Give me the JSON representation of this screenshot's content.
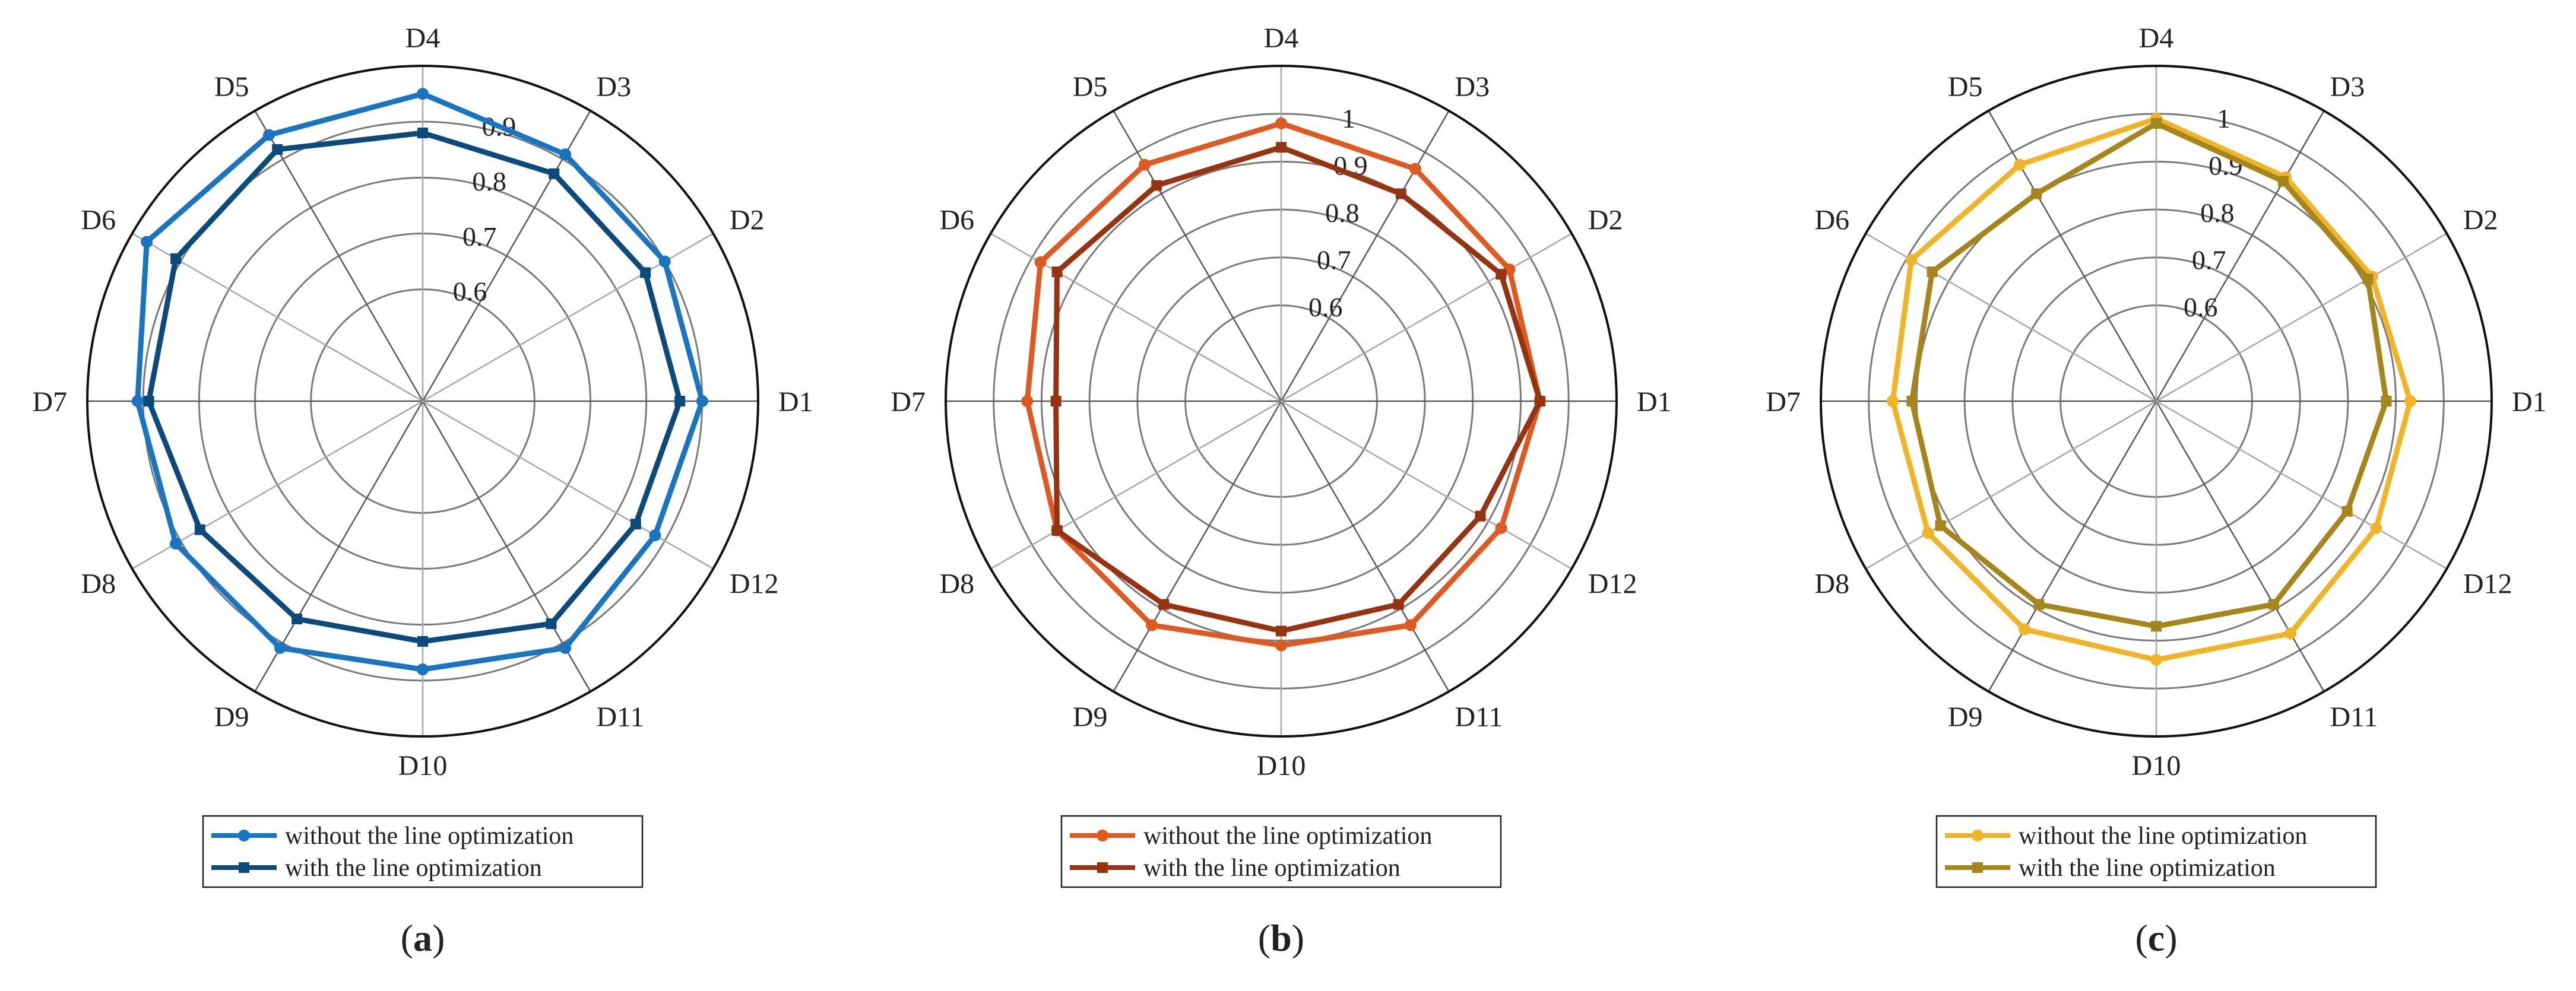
{
  "chart_data": [
    {
      "type": "radar",
      "caption": "a",
      "axes": [
        "D1",
        "D2",
        "D3",
        "D4",
        "D5",
        "D6",
        "D7",
        "D8",
        "D9",
        "D10",
        "D11",
        "D12"
      ],
      "r_ticks": [
        "0.6",
        "0.7",
        "0.8",
        "0.9"
      ],
      "rlim": [
        0.4,
        1.0
      ],
      "grid": true,
      "legend_position": "bottom",
      "series": [
        {
          "name": "without the line optimization",
          "color": "#1a75c0",
          "marker": "circle",
          "values": [
            0.9,
            0.9,
            0.91,
            0.95,
            0.95,
            0.97,
            0.91,
            0.91,
            0.91,
            0.88,
            0.91,
            0.88
          ]
        },
        {
          "name": "with the line optimization",
          "color": "#0b4a7b",
          "marker": "square",
          "values": [
            0.86,
            0.86,
            0.87,
            0.88,
            0.92,
            0.91,
            0.89,
            0.86,
            0.85,
            0.83,
            0.86,
            0.84
          ]
        }
      ]
    },
    {
      "type": "radar",
      "caption": "b",
      "axes": [
        "D1",
        "D2",
        "D3",
        "D4",
        "D5",
        "D6",
        "D7",
        "D8",
        "D9",
        "D10",
        "D11",
        "D12"
      ],
      "r_ticks": [
        "0.6",
        "0.7",
        "0.8",
        "0.9",
        "1"
      ],
      "rlim": [
        0.4,
        1.1
      ],
      "grid": true,
      "legend_position": "bottom",
      "series": [
        {
          "name": "without the line optimization",
          "color": "#dd5b22",
          "marker": "circle",
          "values": [
            0.94,
            0.95,
            0.96,
            0.98,
            0.97,
            0.98,
            0.93,
            0.94,
            0.94,
            0.91,
            0.94,
            0.93
          ]
        },
        {
          "name": "with the line optimization",
          "color": "#963310",
          "marker": "square",
          "values": [
            0.94,
            0.93,
            0.9,
            0.93,
            0.92,
            0.94,
            0.87,
            0.94,
            0.89,
            0.88,
            0.89,
            0.88
          ]
        }
      ]
    },
    {
      "type": "radar",
      "caption": "c",
      "axes": [
        "D1",
        "D2",
        "D3",
        "D4",
        "D5",
        "D6",
        "D7",
        "D8",
        "D9",
        "D10",
        "D11",
        "D12"
      ],
      "r_ticks": [
        "0.6",
        "0.7",
        "0.8",
        "0.9",
        "1"
      ],
      "rlim": [
        0.4,
        1.1
      ],
      "grid": true,
      "legend_position": "bottom",
      "series": [
        {
          "name": "without the line optimization",
          "color": "#f0b429",
          "marker": "circle",
          "values": [
            0.93,
            0.92,
            0.94,
            0.99,
            0.97,
            0.99,
            0.95,
            0.95,
            0.95,
            0.94,
            0.96,
            0.93
          ]
        },
        {
          "name": "with the line optimization",
          "color": "#a6851a",
          "marker": "square",
          "values": [
            0.88,
            0.91,
            0.93,
            0.98,
            0.9,
            0.94,
            0.91,
            0.92,
            0.89,
            0.87,
            0.89,
            0.86
          ]
        }
      ]
    }
  ]
}
